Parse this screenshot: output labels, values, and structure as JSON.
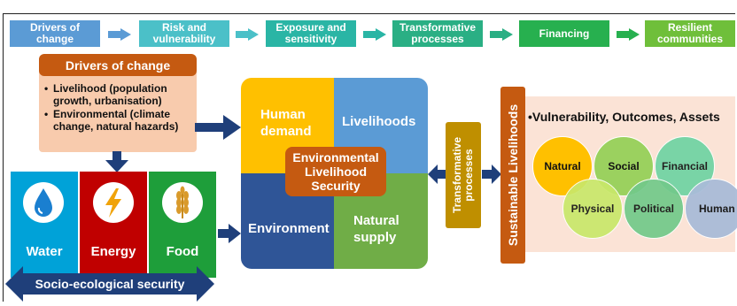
{
  "steps": [
    {
      "label": "Drivers of\nchange",
      "color": "#5b9bd5"
    },
    {
      "label": "Risk and\nvulnerability",
      "color": "#4bc0c8"
    },
    {
      "label": "Exposure and\nsensitivity",
      "color": "#2ab5a5"
    },
    {
      "label": "Transformative\nprocesses",
      "color": "#2aaf84"
    },
    {
      "label": "Financing",
      "color": "#27b04f"
    },
    {
      "label": "Resilient\ncommunities",
      "color": "#6fbf3a"
    }
  ],
  "drivers": {
    "title": "Drivers of change",
    "bullet1": "Livelihood (population growth, urbanisation)",
    "bullet2": "Environmental (climate change, natural hazards)"
  },
  "quadrants": {
    "human_demand": "Human\ndemand",
    "livelihoods": "Livelihoods",
    "environment": "Environment",
    "natural_supply": "Natural\nsupply",
    "center": "Environmental\nLivelihood\nSecurity"
  },
  "pillars": {
    "water": "Water",
    "energy": "Energy",
    "food": "Food",
    "banner": "Socio-ecological security"
  },
  "transformative": "Transformative\nprocesses",
  "sustainable": "Sustainable Livelihoods",
  "outcomes": {
    "title": "Vulnerability, Outcomes, Assets",
    "assets": [
      "Natural",
      "Social",
      "Financial",
      "Physical",
      "Political",
      "Human"
    ]
  },
  "colors": {
    "dark_blue_arrow": "#1f3f7a",
    "orange_header": "#c55a11",
    "peach_box": "#f8cbad",
    "pink_panel": "#fbe3d6",
    "gold_box": "#bf8f00"
  }
}
